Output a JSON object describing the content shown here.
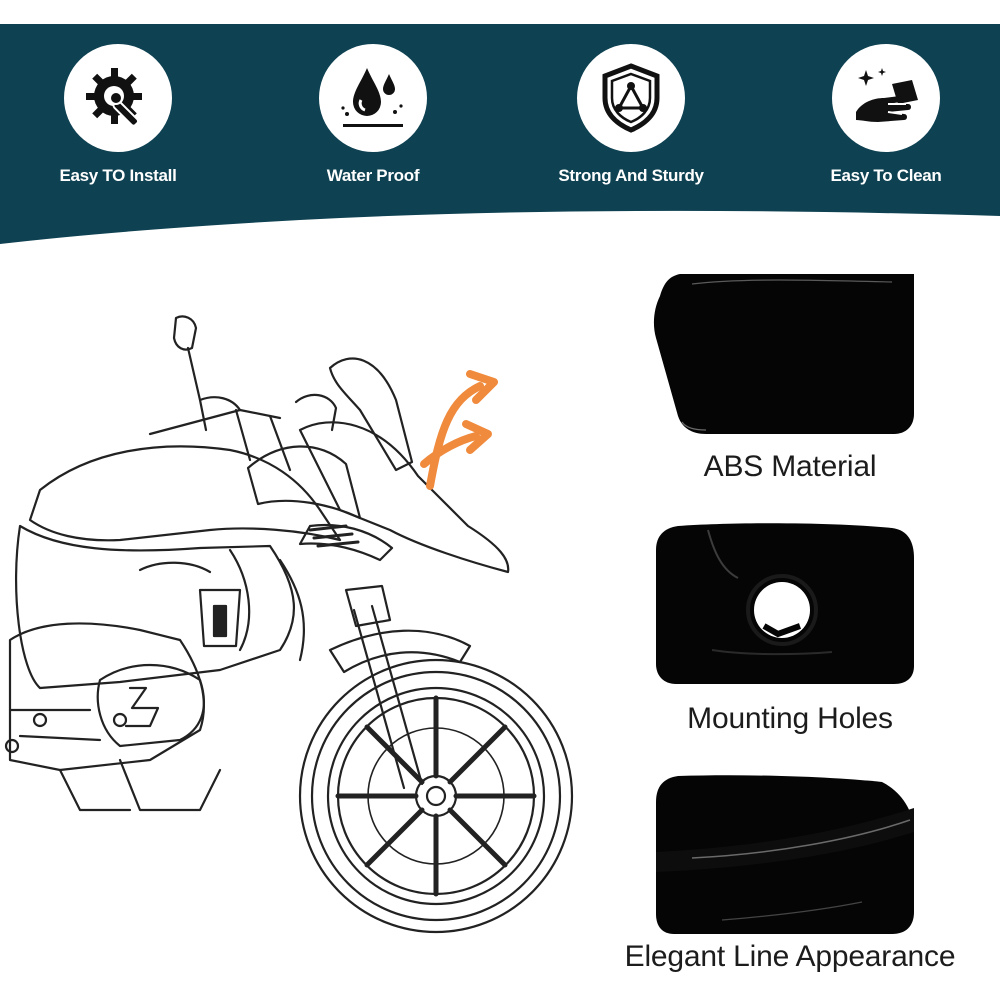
{
  "banner": {
    "colors": {
      "background": "#0e4152",
      "circle": "#ffffff",
      "icon": "#111111",
      "text": "#ffffff"
    },
    "features": [
      {
        "label": "Easy TO Install",
        "icon": "gear-wrench-icon"
      },
      {
        "label": "Water Proof",
        "icon": "water-drops-icon"
      },
      {
        "label": "Strong And Sturdy",
        "icon": "shield-triangle-icon"
      },
      {
        "label": "Easy To Clean",
        "icon": "hand-wipe-icon"
      }
    ]
  },
  "illustration": {
    "subject": "motorcycle-line-drawing",
    "accent_color": "#f08a3c",
    "indicator": "arrows-icon"
  },
  "details": [
    {
      "caption": "ABS Material",
      "image": "abs-material-closeup"
    },
    {
      "caption": "Mounting Holes",
      "image": "mounting-holes-closeup"
    },
    {
      "caption": "Elegant Line Appearance",
      "image": "elegant-line-closeup"
    }
  ]
}
